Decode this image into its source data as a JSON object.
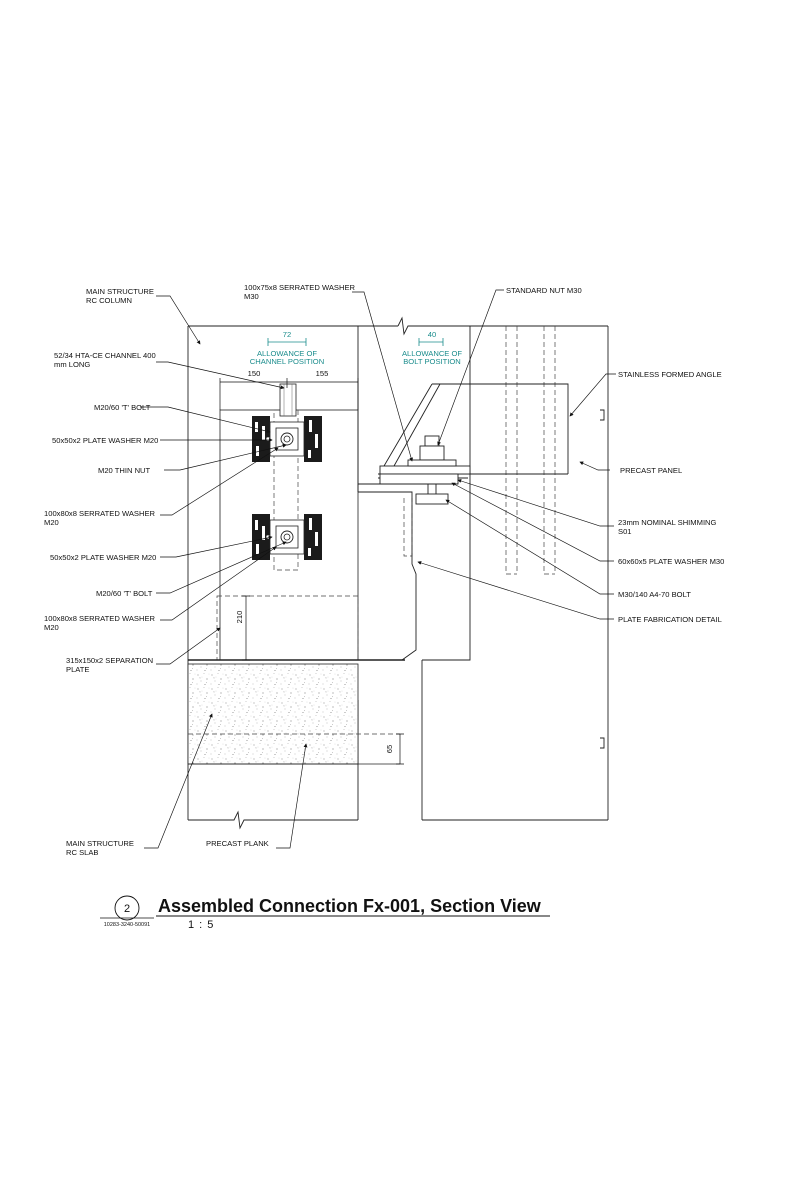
{
  "labels": {
    "rc_column": [
      "MAIN STRUCTURE",
      "RC COLUMN"
    ],
    "channel": [
      "52/34 HTA-CE CHANNEL 400",
      "mm LONG"
    ],
    "t_bolt_upper": [
      "M20/60 'T' BOLT"
    ],
    "plate_washer_upper": [
      "50x50x2 PLATE WASHER M20"
    ],
    "thin_nut": [
      "M20 THIN NUT"
    ],
    "serrated_washer_upper": [
      "100x80x8 SERRATED WASHER",
      "M20"
    ],
    "plate_washer_lower": [
      "50x50x2 PLATE WASHER M20"
    ],
    "t_bolt_lower": [
      "M20/60 'T' BOLT"
    ],
    "serrated_washer_lower": [
      "100x80x8 SERRATED WASHER",
      "M20"
    ],
    "separation_plate": [
      "315x150x2 SEPARATION",
      "PLATE"
    ],
    "rc_slab": [
      "MAIN STRUCTURE",
      "RC SLAB"
    ],
    "precast_plank": [
      "PRECAST PLANK"
    ],
    "serrated_washer_m30": [
      "100x75x8 SERRATED WASHER",
      "M30"
    ],
    "standard_nut": [
      "STANDARD NUT M30"
    ],
    "formed_angle": [
      "STAINLESS FORMED ANGLE"
    ],
    "precast_panel": [
      "PRECAST PANEL"
    ],
    "shimming": [
      "23mm NOMINAL SHIMMING",
      "S01"
    ],
    "plate_washer_m30": [
      "60x60x5 PLATE WASHER M30"
    ],
    "bolt_m30": [
      "M30/140 A4-70 BOLT"
    ],
    "plate_detail": [
      "PLATE FABRICATION DETAIL"
    ]
  },
  "dimensions": {
    "channel_allowance": "72",
    "channel_allowance_note": [
      "ALLOWANCE OF",
      "CHANNEL POSITION"
    ],
    "bolt_allowance": "40",
    "bolt_allowance_note": [
      "ALLOWANCE OF",
      "BOLT POSITION"
    ],
    "left_offset": "150",
    "right_offset": "155",
    "plate_height": "210",
    "plank_step": "65"
  },
  "title_block": {
    "number": "2",
    "title": "Assembled Connection Fx-001, Section View",
    "scale": "1 : 5",
    "sheet_ref": "10283-3240-50091"
  }
}
